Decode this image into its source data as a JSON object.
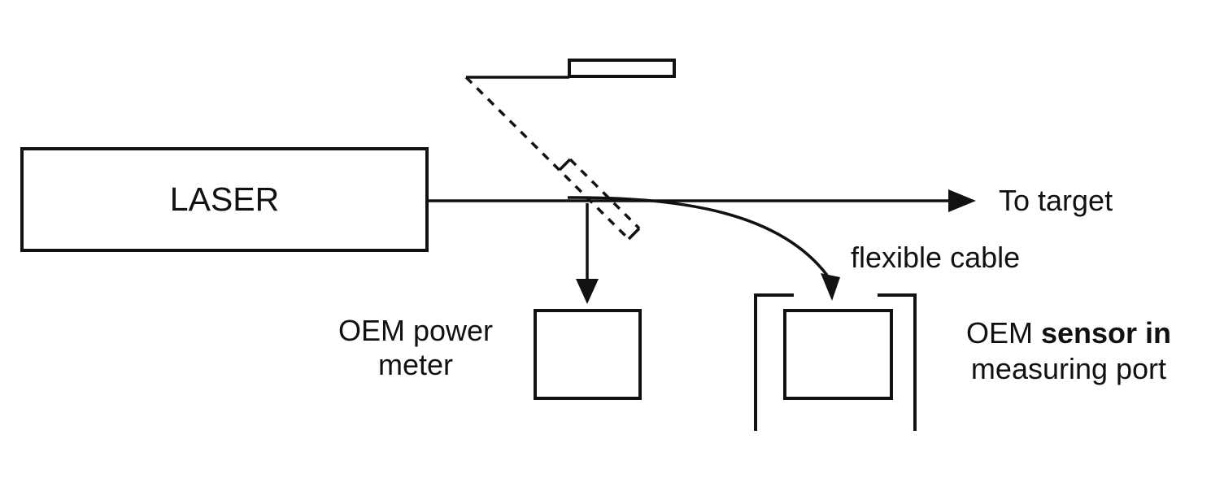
{
  "colors": {
    "ink": "#111111",
    "background": "#ffffff"
  },
  "nodes": {
    "laser": {
      "label": "LASER"
    },
    "power_meter": {
      "line1": "OEM power",
      "line2": "meter"
    },
    "sensor": {
      "line1_prefix": "OEM ",
      "line1_emphasis": "sensor in",
      "line2": "measuring port"
    }
  },
  "annotations": {
    "to_target": "To target",
    "flexible_cable": "flexible cable"
  }
}
